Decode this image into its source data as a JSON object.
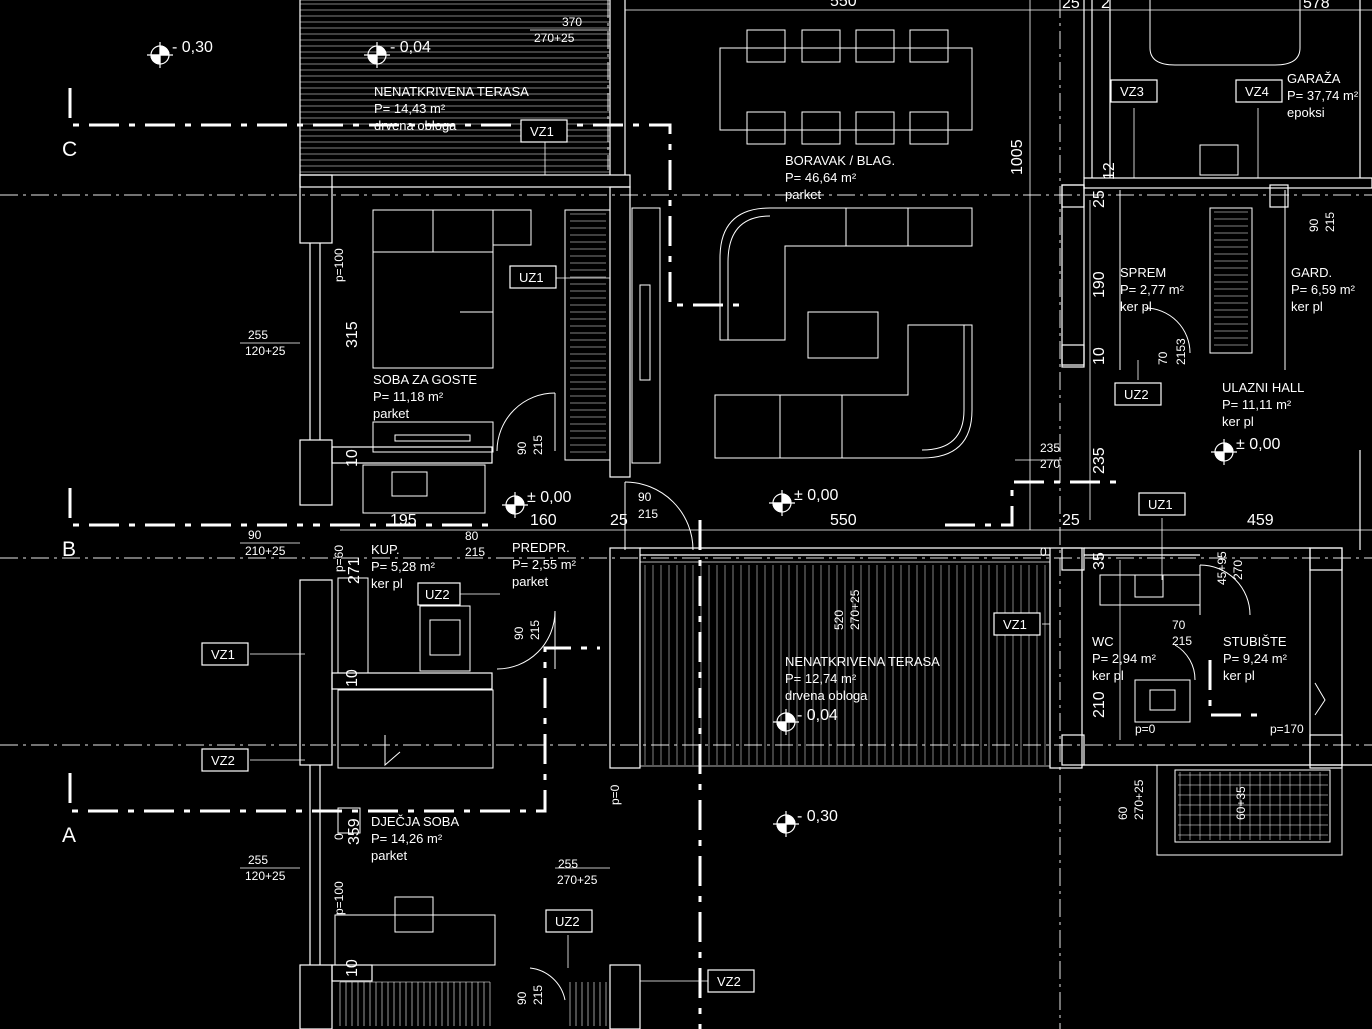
{
  "rooms": [
    {
      "id": "terrace-top",
      "name": "NENATKRIVENA TERASA",
      "area": "P= 14,43 m²",
      "floor": "drvena obloga"
    },
    {
      "id": "living",
      "name": "BORAVAK / BLAG.",
      "area": "P= 46,64 m²",
      "floor": "parket"
    },
    {
      "id": "garage",
      "name": "GARAŽA",
      "area": "P= 37,74 m²",
      "floor": "epoksi"
    },
    {
      "id": "guest",
      "name": "SOBA ZA GOSTE",
      "area": "P= 11,18 m²",
      "floor": "parket"
    },
    {
      "id": "storage",
      "name": "SPREM",
      "area": "P= 2,77 m²",
      "floor": "ker pl"
    },
    {
      "id": "wardrobe",
      "name": "GARD.",
      "area": "P= 6,59 m²",
      "floor": "ker pl"
    },
    {
      "id": "hall",
      "name": "ULAZNI HALL",
      "area": "P= 11,11 m²",
      "floor": "ker pl"
    },
    {
      "id": "bath",
      "name": "KUP.",
      "area": "P= 5,28 m²",
      "floor": "ker pl"
    },
    {
      "id": "vestibule",
      "name": "PREDPR.",
      "area": "P= 2,55 m²",
      "floor": "parket"
    },
    {
      "id": "terrace-mid",
      "name": "NENATKRIVENA TERASA",
      "area": "P= 12,74 m²",
      "floor": "drvena obloga"
    },
    {
      "id": "wc",
      "name": "WC",
      "area": "P= 2,94 m²",
      "floor": "ker pl"
    },
    {
      "id": "stairs",
      "name": "STUBIŠTE",
      "area": "P= 9,24 m²",
      "floor": "ker pl"
    },
    {
      "id": "kids",
      "name": "DJEČJA SOBA",
      "area": "P= 14,26 m²",
      "floor": "parket"
    }
  ],
  "levels": {
    "l1": "- 0,30",
    "l2": "- 0,04",
    "l3": "± 0,00",
    "l4": "± 0,00",
    "l5": "± 0,00",
    "l6": "- 0,04",
    "l7": "- 0,30"
  },
  "sections": {
    "a": "A",
    "b": "B",
    "c": "C"
  },
  "tags": {
    "vz1a": "VZ1",
    "vz1b": "VZ1",
    "vz1c": "VZ1",
    "vz2a": "VZ2",
    "vz2b": "VZ2",
    "vz3": "VZ3",
    "vz4": "VZ4",
    "uz1a": "UZ1",
    "uz1b": "UZ1",
    "uz2a": "UZ2",
    "uz2b": "UZ2",
    "uz2c": "UZ2"
  },
  "dims": {
    "d550t": "550",
    "d25t": "25",
    "d2t": "2",
    "d578": "578",
    "d370": "370",
    "d270_25a": "270+25",
    "d1005": "1005",
    "d12": "12",
    "d25r": "25",
    "d90a": "90",
    "d215a": "215",
    "d255a": "255",
    "d120_25a": "120+25",
    "d315": "315",
    "d100a": "p=100",
    "d190": "190",
    "d10a": "10",
    "d70a": "70",
    "d2153": "2153",
    "d90b": "90",
    "d215b": "215",
    "d10b": "10",
    "d235": "235",
    "d270b": "270",
    "d235b": "235",
    "d195": "195",
    "d160": "160",
    "d25a": "25",
    "d550b": "550",
    "d25b": "25",
    "d459": "459",
    "d90c": "90",
    "d215c": "215",
    "d90d": "90",
    "d210_25": "210+25",
    "d60": "p=60",
    "d271": "271",
    "d80": "80",
    "d215d": "215",
    "d520": "520",
    "d270_25b": "270+25",
    "d35": "35",
    "d4595": "45+95",
    "d270c": "270",
    "d90e": "90",
    "d215e": "215",
    "d10c": "10",
    "d0": "0",
    "d70b": "70",
    "d215f": "215",
    "d210": "210",
    "dp0a": "p=0",
    "dp170": "p=170",
    "dp0b": "p=0",
    "d60b": "60",
    "d270_25c": "270+25",
    "d60_35": "60+35",
    "d359": "359",
    "d255b": "255",
    "d120_25b": "120+25",
    "d255c": "255",
    "d270_25d": "270+25",
    "d100b": "p=100",
    "d10d": "10",
    "d90f": "90",
    "d215g": "215",
    "d0b": "0"
  }
}
